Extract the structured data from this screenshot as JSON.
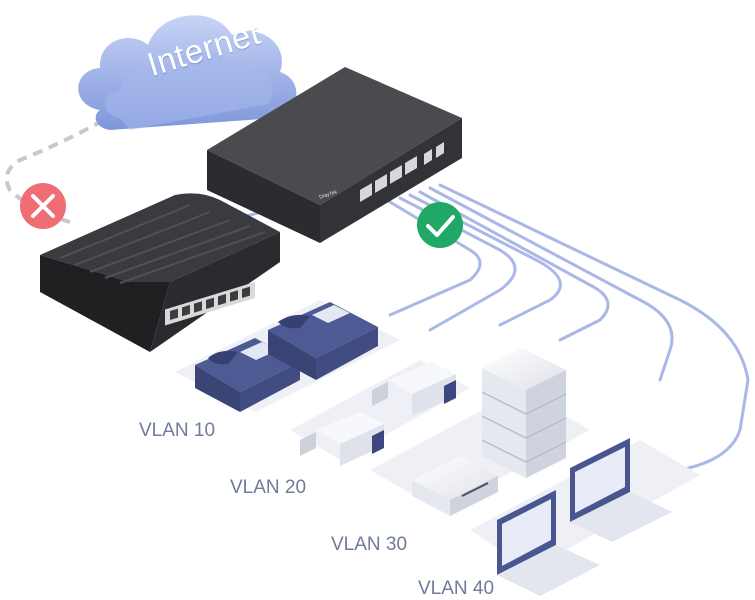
{
  "cloud": {
    "label": "Internet"
  },
  "switch": {
    "brand": "DrayTek"
  },
  "status": {
    "blocked_icon": "close-icon",
    "allowed_icon": "check-icon",
    "blocked_color": "#ef6e73",
    "allowed_color": "#1fa866"
  },
  "vlans": [
    {
      "label": "VLAN 10"
    },
    {
      "label": "VLAN 20"
    },
    {
      "label": "VLAN 30"
    },
    {
      "label": "VLAN 40"
    }
  ],
  "colors": {
    "cloud": "#8ea6e3",
    "cable": "#aab7e8",
    "platform": "#eef0f6",
    "device_dark": "#2f3033",
    "vlan_text": "#6f7b9a"
  }
}
